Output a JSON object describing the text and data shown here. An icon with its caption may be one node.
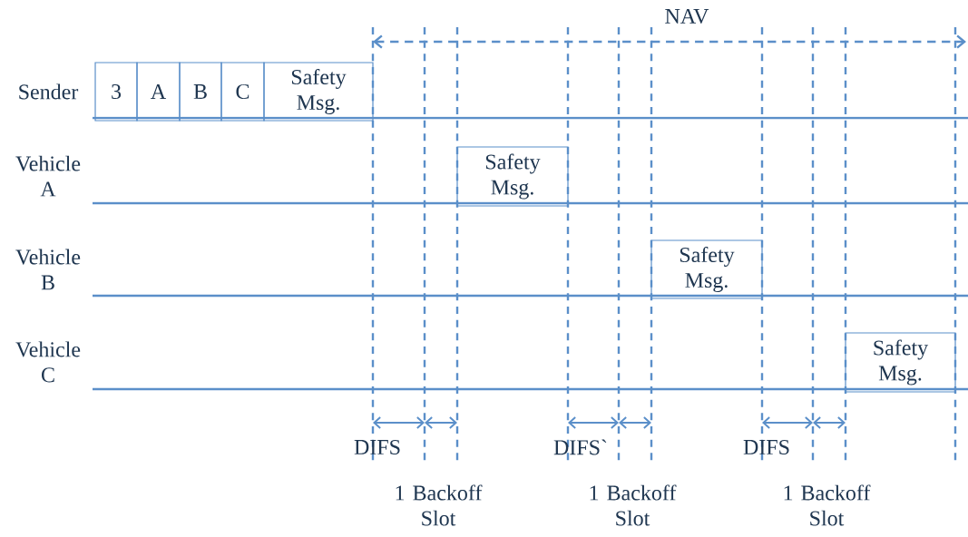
{
  "diagram": {
    "nodes": [
      {
        "text": [
          "3"
        ]
      },
      {
        "text": [
          "A"
        ]
      },
      {
        "text": [
          "B"
        ]
      },
      {
        "text": [
          "C"
        ]
      },
      {
        "text": [
          "Safety Msg."
        ]
      },
      {
        "text": [
          "Safety Msg."
        ]
      },
      {
        "text": [
          "Safety Msg."
        ]
      },
      {
        "text": [
          "Safety Msg."
        ]
      }
    ],
    "labels": [
      "NAV",
      "Sender",
      "Vehicle A",
      "Vehicle B",
      "Vehicle C",
      "DIFS",
      "DIFS`",
      "DIFS",
      "1 Backoff Slot",
      "1 Backoff Slot",
      "1 Backoff Slot"
    ]
  }
}
